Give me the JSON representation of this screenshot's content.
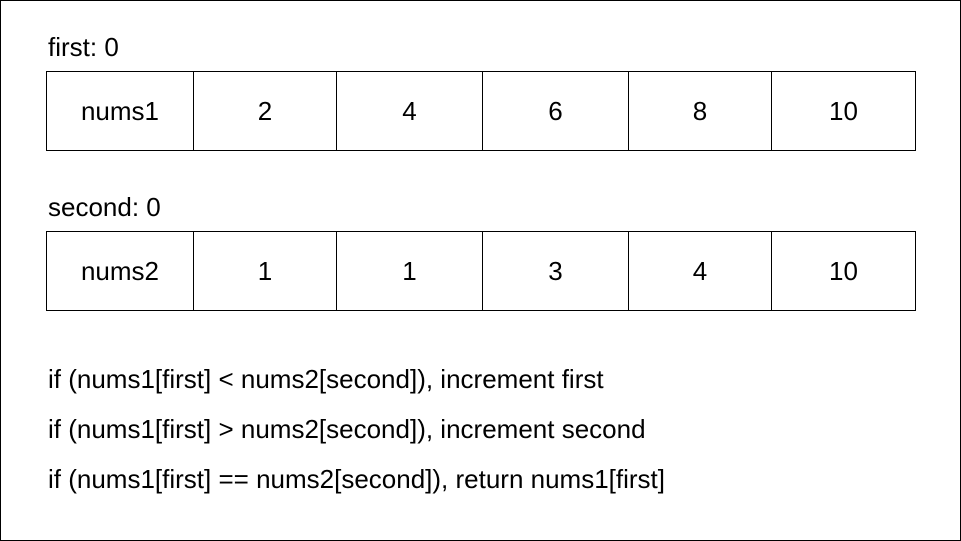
{
  "arrays": [
    {
      "pointer_label": "first: 0",
      "name": "nums1",
      "values": [
        "2",
        "4",
        "6",
        "8",
        "10"
      ]
    },
    {
      "pointer_label": "second: 0",
      "name": "nums2",
      "values": [
        "1",
        "1",
        "3",
        "4",
        "10"
      ]
    }
  ],
  "rules": [
    "if (nums1[first] < nums2[second]), increment first",
    "if (nums1[first] > nums2[second]), increment second",
    "if (nums1[first] == nums2[second]), return nums1[first]"
  ]
}
